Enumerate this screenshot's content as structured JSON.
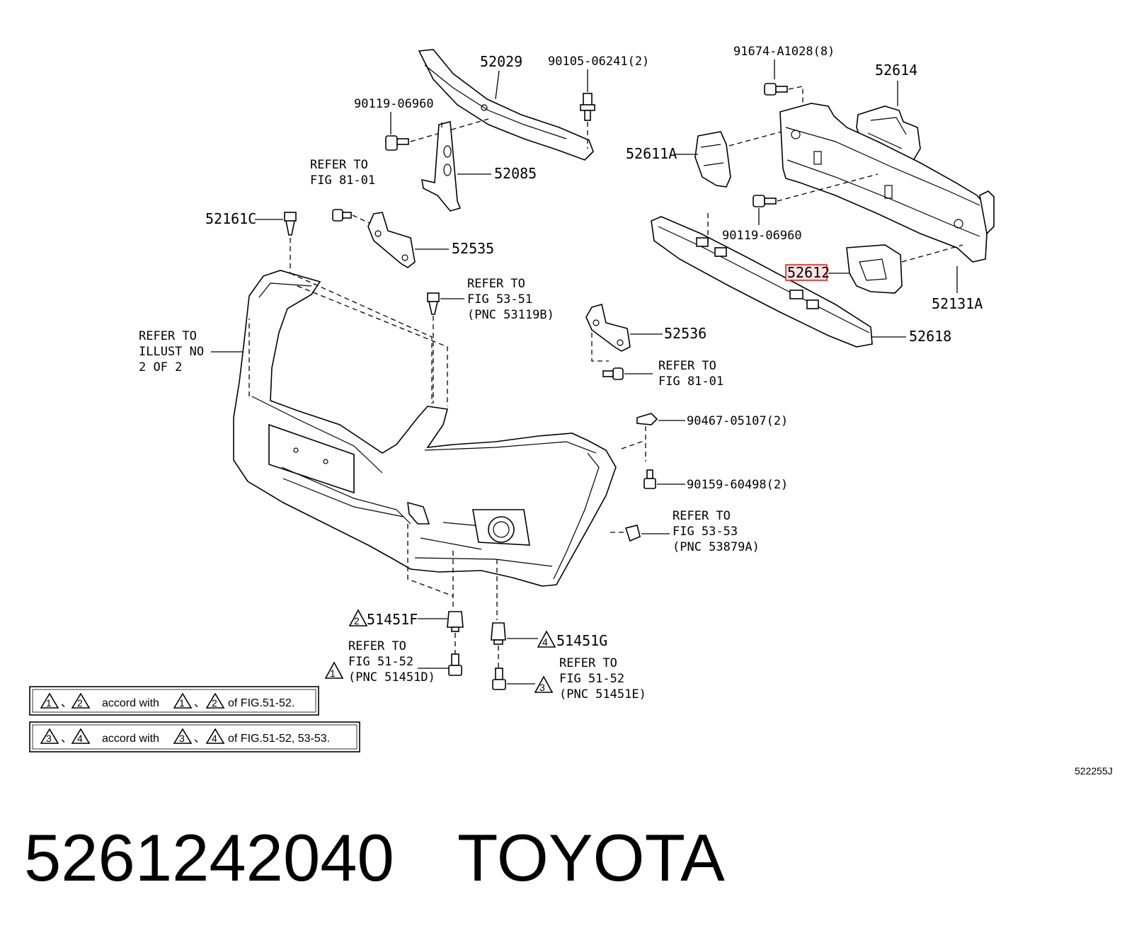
{
  "labels": {
    "p52029": "52029",
    "p90105": "90105-06241(2)",
    "p91674": "91674-A1028(8)",
    "p52614": "52614",
    "p90119a": "90119-06960",
    "p52611A": "52611A",
    "p52085": "52085",
    "refer1_l1": "REFER TO",
    "refer1_l2": "FIG 81-01",
    "p52161C": "52161C",
    "p52535": "52535",
    "p90119b": "90119-06960",
    "p52612": "52612",
    "p52131A": "52131A",
    "refer2_l1": "REFER TO",
    "refer2_l2": "FIG 53-51",
    "refer2_l3": "(PNC 53119B)",
    "refer3_l1": "REFER TO",
    "refer3_l2": "ILLUST NO",
    "refer3_l3": "2 OF 2",
    "p52536": "52536",
    "p52618": "52618",
    "refer4_l1": "REFER TO",
    "refer4_l2": "FIG 81-01",
    "p90467": "90467-05107(2)",
    "p90159": "90159-60498(2)",
    "refer5_l1": "REFER TO",
    "refer5_l2": "FIG 53-53",
    "refer5_l3": "(PNC 53879A)",
    "p51451F": "51451F",
    "p51451G": "51451G",
    "refer6_l1": "REFER TO",
    "refer6_l2": "FIG 51-52",
    "refer6_l3": "(PNC 51451D)",
    "refer7_l1": "REFER TO",
    "refer7_l2": "FIG 51-52",
    "refer7_l3": "(PNC 51451E)",
    "tri1": "1",
    "tri2": "2",
    "tri3": "3",
    "tri4": "4"
  },
  "notes": {
    "n1_a": "1",
    "n1_b": "2",
    "n1_text": "accord with",
    "n1_c": "1",
    "n1_d": "2",
    "n1_tail": "of FIG.51-52.",
    "n2_a": "3",
    "n2_b": "4",
    "n2_text": "accord with",
    "n2_c": "3",
    "n2_d": "4",
    "n2_tail": "of FIG.51-52, 53-53."
  },
  "illustration_code": "522255J",
  "part_number": "5261242040",
  "brand": "TOYOTA",
  "highlight_color": "#e8211d"
}
